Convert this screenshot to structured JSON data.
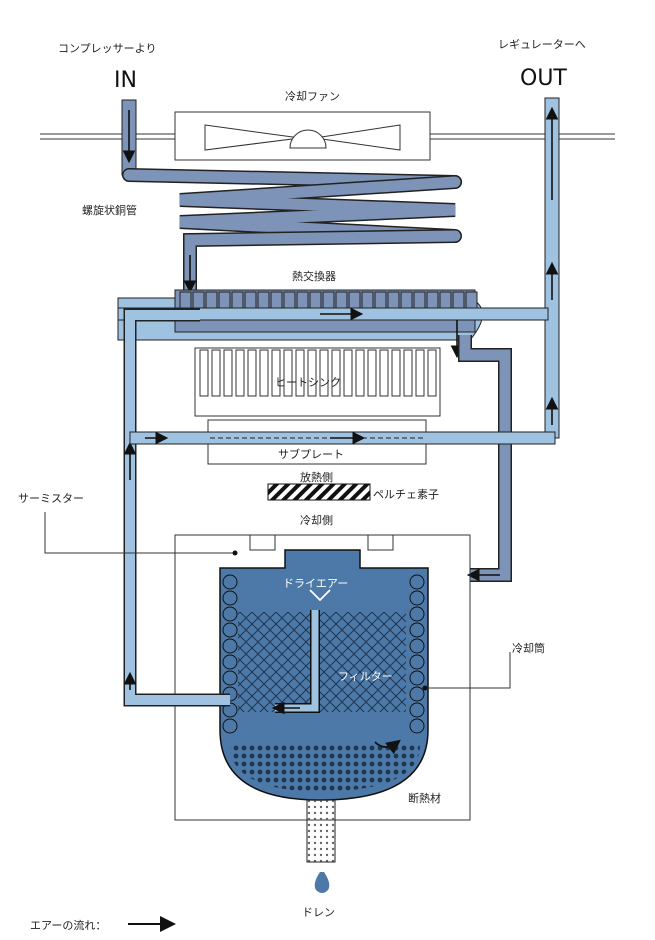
{
  "labels": {
    "from_compressor": "コンプレッサーより",
    "to_regulator": "レギュレーターへ",
    "in": "IN",
    "out": "OUT",
    "cooling_fan": "冷却ファン",
    "spiral_copper_pipe": "螺旋状銅管",
    "heat_exchanger": "熱交換器",
    "heat_sink": "ヒートシンク",
    "sub_plate": "サブプレート",
    "heat_dissipation_side": "放熱側",
    "peltier_element": "ペルチェ素子",
    "cooling_side": "冷却側",
    "thermistor": "サーミスター",
    "dry_air": "ドライエアー",
    "cooling_cylinder": "冷却筒",
    "filter": "フィルター",
    "insulation": "断熱材",
    "drain": "ドレン",
    "air_flow_legend": "エアーの流れ："
  },
  "colors": {
    "pipe_hot": "#7d93b8",
    "pipe_cold": "#9ec2e0",
    "tank": "#4c79a8",
    "outline": "#222222"
  }
}
